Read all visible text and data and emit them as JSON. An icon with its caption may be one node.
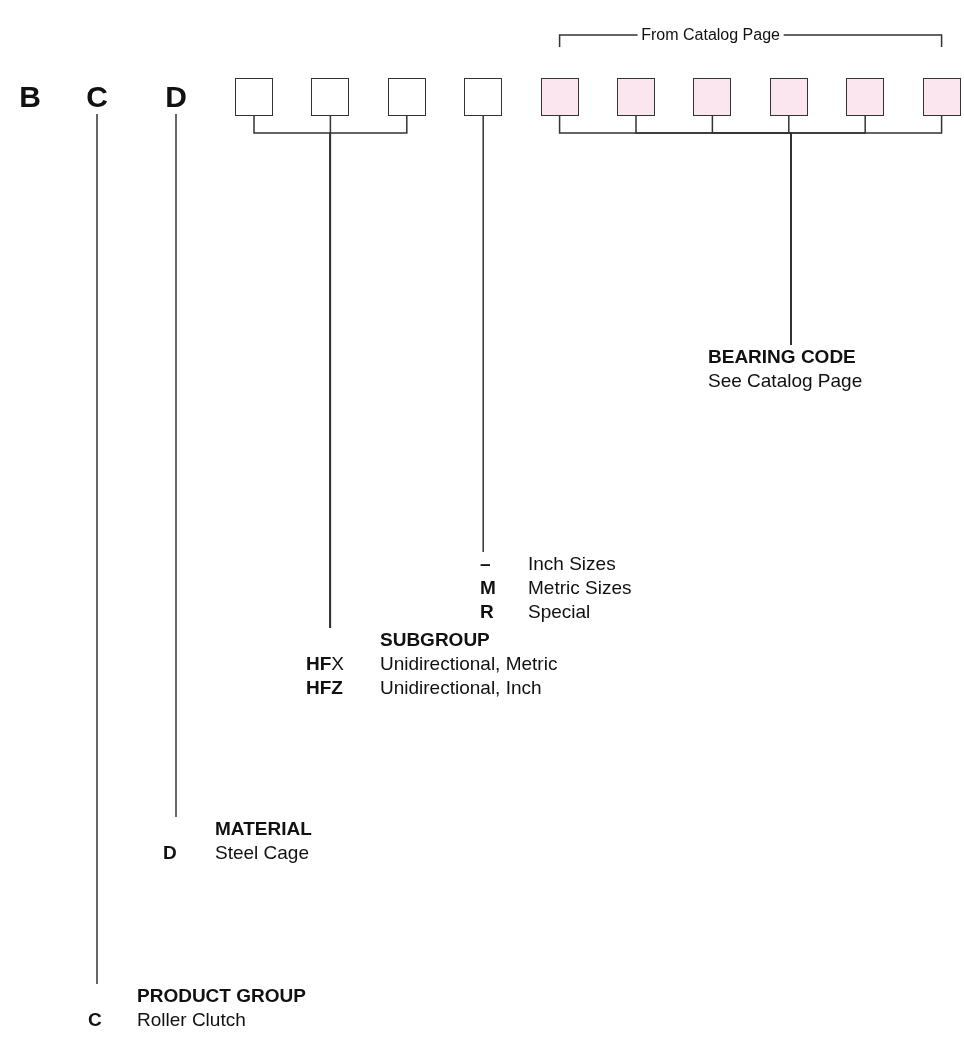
{
  "diagram": {
    "nodes": [
      {
        "text": [
          "C"
        ]
      },
      {
        "text": [
          "D"
        ]
      },
      {
        "text": [],
        "shape": "box"
      },
      {
        "text": [],
        "shape": "box"
      },
      {
        "text": [],
        "shape": "box"
      },
      {
        "text": [],
        "shape": "box"
      },
      {
        "text": [],
        "shape": "box"
      },
      {
        "text": [],
        "shape": "box"
      },
      {
        "text": [],
        "shape": "box"
      },
      {
        "text": [],
        "shape": "box"
      },
      {
        "text": [],
        "shape": "box"
      },
      {
        "text": [],
        "shape": "box"
      },
      {
        "text": [
          "BEARING CODE",
          "See Catalog Page"
        ]
      },
      {
        "text": [
          "–",
          "Inch Sizes",
          "M",
          "Metric Sizes",
          "R",
          "Special"
        ]
      },
      {
        "text": [
          "SUBGROUP",
          "**HF**X",
          "Unidirectional, Metric",
          "HFZ",
          "Unidirectional, Inch"
        ]
      },
      {
        "text": [
          "MATERIAL",
          "D",
          "Steel Cage"
        ]
      },
      {
        "text": [
          "PRODUCT GROUP",
          "C",
          "Roller Clutch"
        ]
      }
    ],
    "edges": [
      {
        "from": 6,
        "to": 12,
        "arrow": "none"
      },
      {
        "from": 7,
        "to": 12,
        "arrow": "none"
      },
      {
        "from": 8,
        "to": 12,
        "arrow": "none"
      },
      {
        "from": 9,
        "to": 12,
        "arrow": "none"
      },
      {
        "from": 10,
        "to": 12,
        "arrow": "none"
      },
      {
        "from": 11,
        "to": 12,
        "arrow": "none"
      },
      {
        "from": 5,
        "to": 13,
        "arrow": "none"
      },
      {
        "from": 2,
        "to": 14,
        "arrow": "none"
      },
      {
        "from": 3,
        "to": 14,
        "arrow": "none"
      },
      {
        "from": 4,
        "to": 14,
        "arrow": "none"
      },
      {
        "from": 1,
        "to": 15,
        "arrow": "none"
      },
      {
        "from": 0,
        "to": 16,
        "arrow": "none"
      }
    ],
    "labels": [
      "From Catalog Page",
      "B"
    ]
  }
}
